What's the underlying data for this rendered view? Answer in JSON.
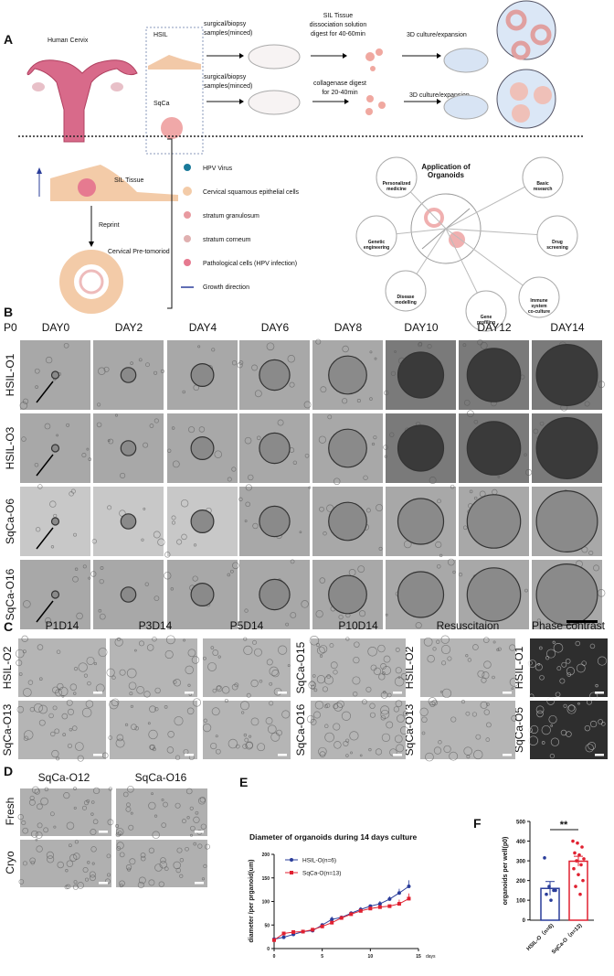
{
  "panels": {
    "a": "A",
    "b": "B",
    "c": "C",
    "d": "D",
    "e": "E",
    "f": "F"
  },
  "panel_a": {
    "cervix_label": "Human Cervix",
    "hsil_label": "HSIL",
    "sqca_label": "SqCa",
    "hsil_step1": [
      "surgical/biopsy",
      "samples(minced)"
    ],
    "hsil_step2": [
      "SIL Tissue",
      "dissociation solution",
      "digest for 40-60min"
    ],
    "hsil_step3": "3D culture/expansion",
    "sqca_step1": [
      "surgical/biopsy",
      "samples(minced)"
    ],
    "sqca_step2": [
      "collagenase digest",
      "for 20-40min"
    ],
    "sqca_step3": "3D culture/expansion",
    "sil_tissue": "SIL Tissue",
    "reprint": "Reprint",
    "pre_tumoroid": "Cervical Pre-tomoriod",
    "legend": [
      "HPV Virus",
      "Cervical squamous epithelial cells",
      "stratum granulosum",
      "stratum corneum",
      "Pathological cells (HPV infection)",
      "Growth direction"
    ],
    "applications_title": [
      "Application of",
      "Organoids"
    ],
    "applications": [
      [
        "Personalized",
        "medicine"
      ],
      [
        "Basic",
        "research"
      ],
      [
        "Genetic",
        "engineering"
      ],
      [
        "Drug",
        "screening"
      ],
      [
        "Disease",
        "modelling"
      ],
      [
        "Gene",
        "profiling"
      ],
      [
        "Immune",
        "system",
        "co-culture"
      ]
    ]
  },
  "panel_b": {
    "passage": "P0",
    "days": [
      "DAY0",
      "DAY2",
      "DAY4",
      "DAY6",
      "DAY8",
      "DAY10",
      "DAY12",
      "DAY14"
    ],
    "rows": [
      "HSIL-O1",
      "HSIL-O3",
      "SqCa-O6",
      "SqCa-O16"
    ]
  },
  "panel_c": {
    "columns": [
      "P1D14",
      "P3D14",
      "P5D14",
      "P10D14",
      "Resuscitaion",
      "Phase contrast"
    ],
    "row_labels": [
      [
        "HSIL-O2",
        "SqCa-O13"
      ],
      [
        "SqCa-O15",
        "SqCa-O16"
      ],
      [
        "HSIL-O2",
        "SqCa-O13"
      ],
      [
        "HSIL-O1",
        "SqCa-O5"
      ]
    ]
  },
  "panel_d": {
    "columns": [
      "SqCa-O12",
      "SqCa-O16"
    ],
    "rows": [
      "Fresh",
      "Cryo"
    ]
  },
  "chart_data": [
    {
      "type": "line",
      "title": "Diameter of organoids during 14 days culture",
      "xlabel": "days",
      "ylabel": "diameter /per prganoid(um)",
      "xlim": [
        0,
        15
      ],
      "ylim": [
        0,
        200
      ],
      "xticks": [
        0,
        5,
        10,
        15
      ],
      "yticks": [
        0,
        50,
        100,
        150,
        200
      ],
      "legend": "top-left",
      "x": [
        0,
        1,
        2,
        3,
        4,
        5,
        6,
        7,
        8,
        9,
        10,
        11,
        12,
        13,
        14
      ],
      "series": [
        {
          "name": "HSIL-O(n=6)",
          "color": "#2a3d9a",
          "marker": "circle",
          "values": [
            20,
            24,
            30,
            36,
            38,
            50,
            62,
            66,
            75,
            83,
            90,
            95,
            105,
            118,
            132
          ],
          "errors": [
            2,
            2,
            2,
            2,
            2,
            3,
            6,
            4,
            4,
            5,
            3,
            6,
            6,
            9,
            13
          ]
        },
        {
          "name": "SqCa-O(n=13)",
          "color": "#e02030",
          "marker": "square",
          "values": [
            18,
            32,
            35,
            36,
            40,
            47,
            55,
            65,
            73,
            80,
            85,
            88,
            90,
            95,
            106
          ],
          "errors": [
            2,
            3,
            3,
            2,
            4,
            3,
            4,
            3,
            3,
            4,
            3,
            3,
            3,
            9,
            11
          ]
        }
      ]
    },
    {
      "type": "bar",
      "ylabel": "organoids per well(p0)",
      "ylim": [
        0,
        500
      ],
      "yticks": [
        0,
        100,
        200,
        300,
        400,
        500
      ],
      "categories": [
        "HSIL-O（n=6)",
        "SqCa-O（n=13)"
      ],
      "values": [
        160,
        298
      ],
      "errors": [
        35,
        25
      ],
      "colors": [
        "#2a3d9a",
        "#e02030"
      ],
      "points": [
        [
          315,
          170,
          150,
          130,
          100,
          150
        ],
        [
          400,
          390,
          370,
          340,
          330,
          310,
          300,
          280,
          260,
          230,
          200,
          170,
          130
        ]
      ],
      "significance": "**"
    }
  ]
}
